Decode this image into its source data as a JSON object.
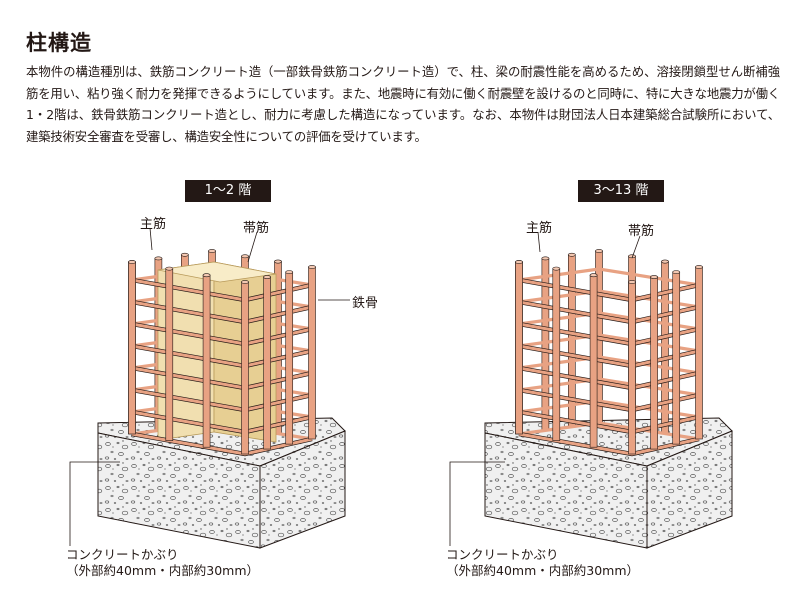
{
  "title": "柱構造",
  "intro": "本物件の構造種別は、鉄筋コンクリート造（一部鉄骨鉄筋コンクリート造）で、柱、梁の耐震性能を高めるため、溶接閉鎖型せん断補強筋を用い、粘り強く耐力を発揮できるようにしています。また、地震時に有効に働く耐震壁を設けるのと同時に、特に大きな地震力が働く1・2階は、鉄骨鉄筋コンクリート造とし、耐力に考慮した構造になっています。なお、本物件は財団法人日本建築総合試験所において、建築技術安全審査を受審し、構造安全性についての評価を受けています。",
  "left": {
    "floor_tag": "1〜2 階",
    "main_bar": "主筋",
    "hoop": "帯筋",
    "steel": "鉄骨",
    "cover_line1": "コンクリートかぶり",
    "cover_line2": "（外部約40mm・内部約30mm）"
  },
  "right": {
    "floor_tag": "3〜13 階",
    "main_bar": "主筋",
    "hoop": "帯筋",
    "cover_line1": "コンクリートかぶり",
    "cover_line2": "（外部約40mm・内部約30mm）"
  },
  "colors": {
    "rebar": "#e8a283",
    "rebar_top": "#f3c8b2",
    "steel": "#f1dfb0",
    "concrete": "#efefef",
    "ink": "#231815"
  }
}
